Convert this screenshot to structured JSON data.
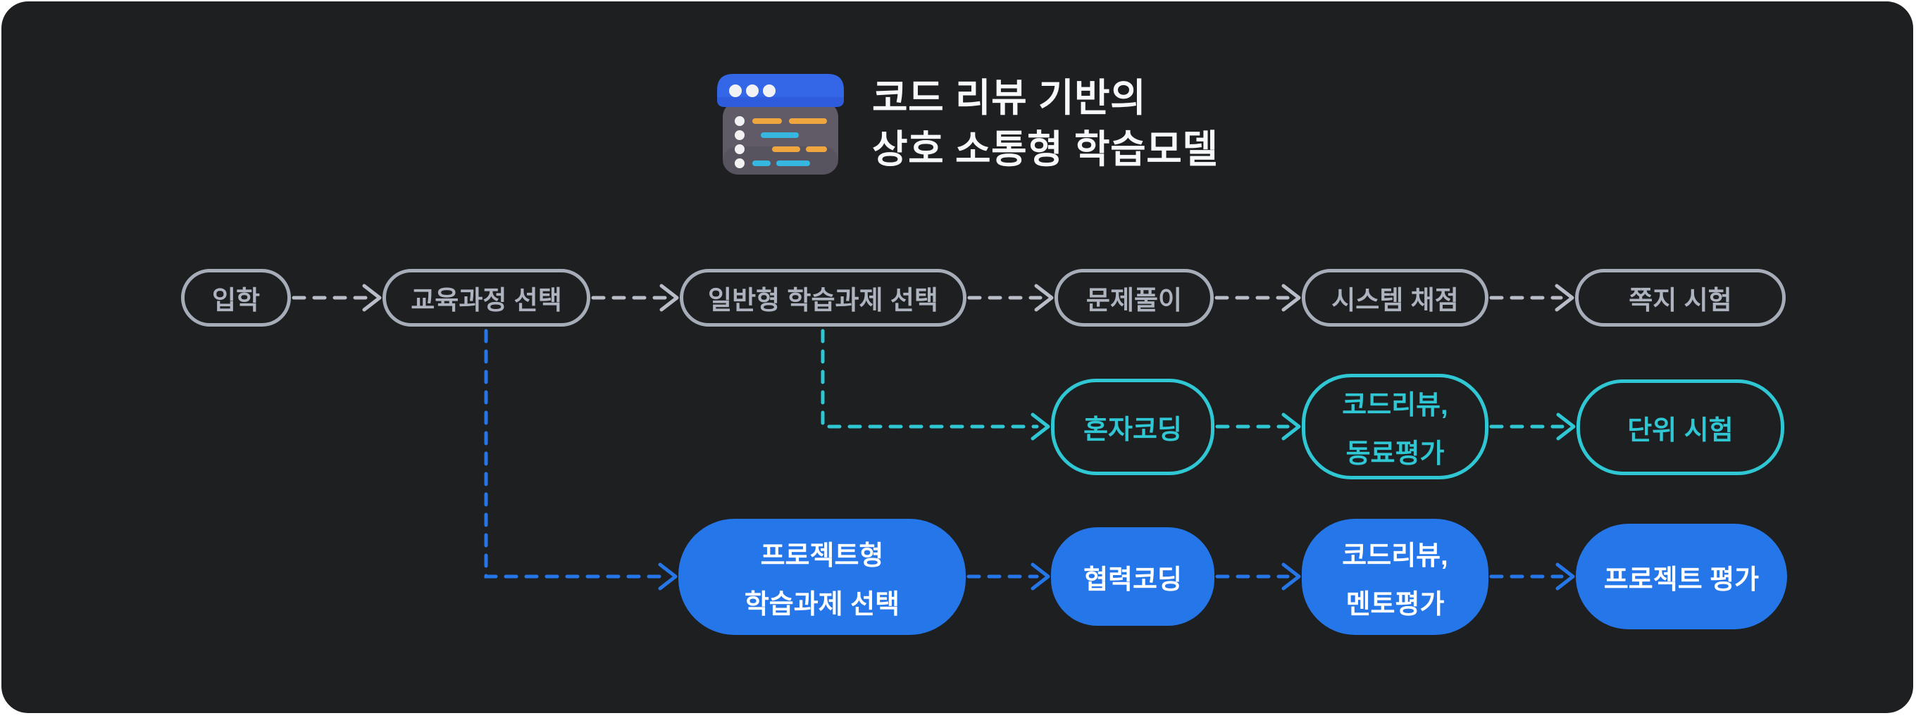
{
  "title": {
    "line1": "코드 리뷰 기반의",
    "line2": "상호 소통형 학습모델"
  },
  "colors": {
    "page_bg": "#ffffff",
    "panel_bg": "#1e1f21",
    "gray_stroke": "#a6adb8",
    "gray_text": "#aeb4bf",
    "arrow_gray": "#b8bdc7",
    "teal": "#2fc7d4",
    "blue": "#2577e9",
    "node_text_on_blue": "#ffffff",
    "title_color": "#f7f8fa"
  },
  "icon": {
    "name": "code-window-icon",
    "header_color": "#3467e8",
    "header_dark": "#2b55d6",
    "body_color": "#605b67",
    "body_dark": "#524e59",
    "dot_color": "#f2f1f4",
    "accent_orange": "#efa63e",
    "accent_cyan": "#36b7e2"
  },
  "flow": {
    "row1": [
      {
        "label": "입학"
      },
      {
        "label": "교육과정 선택"
      },
      {
        "label": "일반형 학습과제 선택"
      },
      {
        "label": "문제풀이"
      },
      {
        "label": "시스템 채점"
      },
      {
        "label": "쪽지 시험"
      }
    ],
    "row2": [
      {
        "label": "혼자코딩"
      },
      {
        "label": "코드리뷰,",
        "label2": "동료평가"
      },
      {
        "label": "단위 시험"
      }
    ],
    "row3": [
      {
        "label": "프로젝트형",
        "label2": "학습과제 선택"
      },
      {
        "label": "협력코딩"
      },
      {
        "label": "코드리뷰,",
        "label2": "멘토평가"
      },
      {
        "label": "프로젝트 평가"
      }
    ]
  }
}
